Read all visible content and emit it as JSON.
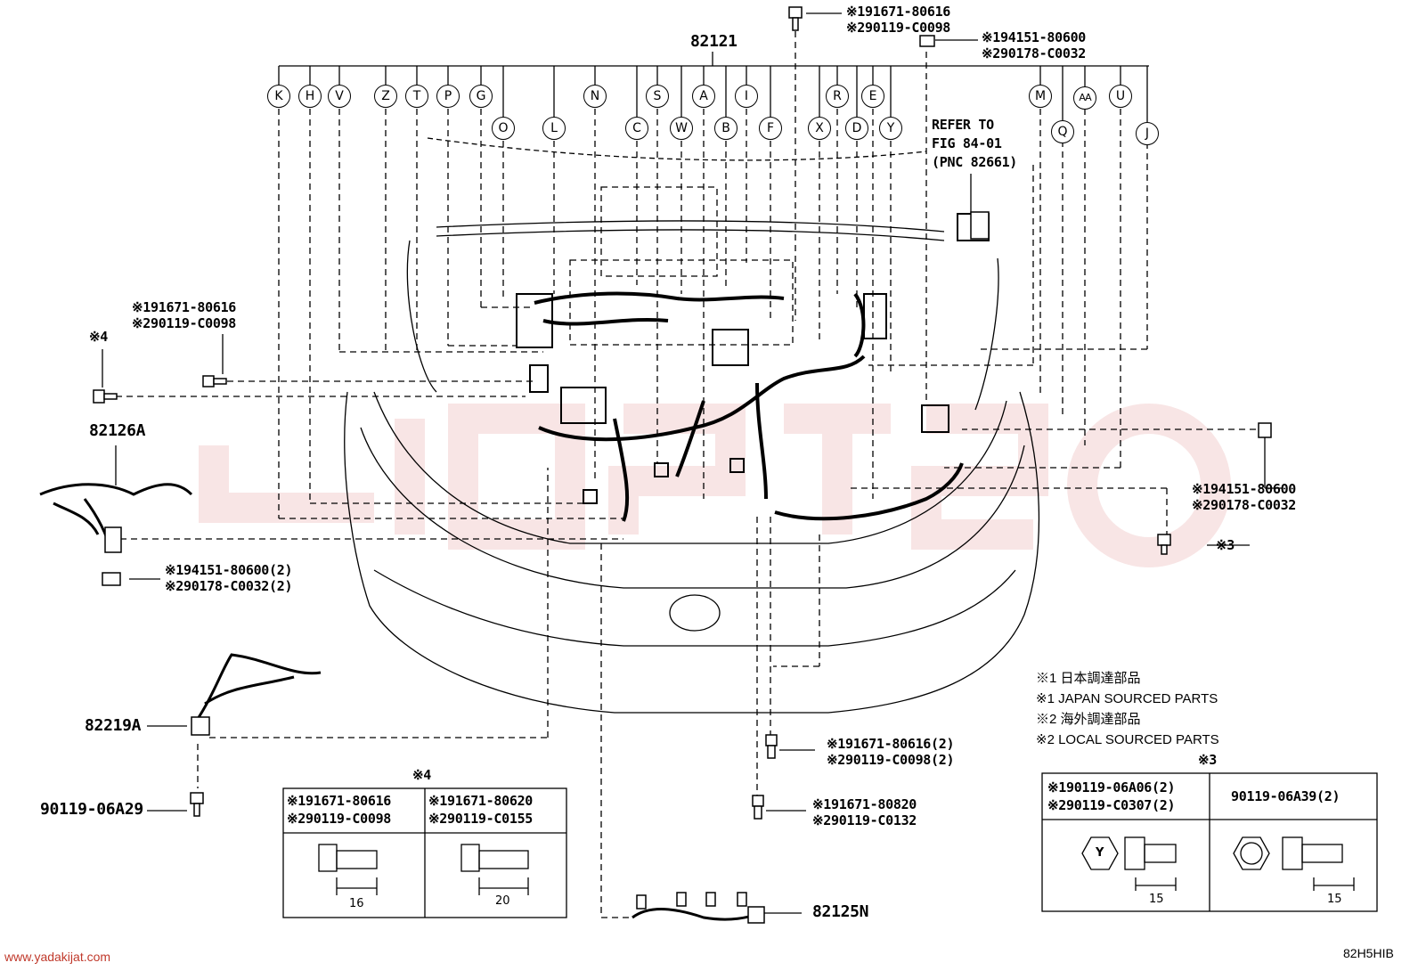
{
  "main_part": "82121",
  "callouts_top": [
    {
      "id": "K"
    },
    {
      "id": "H"
    },
    {
      "id": "V"
    },
    {
      "id": "Z"
    },
    {
      "id": "T"
    },
    {
      "id": "P"
    },
    {
      "id": "G"
    },
    {
      "id": "O"
    },
    {
      "id": "L"
    },
    {
      "id": "N"
    },
    {
      "id": "C"
    },
    {
      "id": "S"
    },
    {
      "id": "W"
    },
    {
      "id": "A"
    },
    {
      "id": "B"
    },
    {
      "id": "I"
    },
    {
      "id": "F"
    },
    {
      "id": "X"
    },
    {
      "id": "R"
    },
    {
      "id": "D"
    },
    {
      "id": "E"
    },
    {
      "id": "Y"
    },
    {
      "id": "M"
    },
    {
      "id": "Q"
    },
    {
      "id": "AA"
    },
    {
      "id": "U"
    },
    {
      "id": "J"
    }
  ],
  "labels": {
    "top_bolt_1": "※191671-80616",
    "top_bolt_2": "※290119-C0098",
    "top_nut_1": "※194151-80600",
    "top_nut_2": "※290178-C0032",
    "refer_1": "REFER TO",
    "refer_2": "FIG 84-01",
    "refer_3": "(PNC 82661)",
    "left_bolt_1": "※191671-80616",
    "left_bolt_2": "※290119-C0098",
    "note4_mark": "※4",
    "part_82126A": "82126A",
    "left_nut_1": "※194151-80600(2)",
    "left_nut_2": "※290178-C0032(2)",
    "part_82219A": "82219A",
    "part_90119_06A29": "90119-06A29",
    "right_nut_1": "※194151-80600",
    "right_nut_2": "※290178-C0032",
    "note3_mark": "※3",
    "center_bolt_1": "※191671-80616(2)",
    "center_bolt_2": "※290119-C0098(2)",
    "lower_bolt_1": "※191671-80820",
    "lower_bolt_2": "※290119-C0132",
    "part_82125N": "82125N",
    "drawing_code": "82H5HIB",
    "website": "www.yadakijat.com"
  },
  "legend": [
    "※1 日本調達部品",
    "※1 JAPAN SOURCED PARTS",
    "※2 海外調達部品",
    "※2 LOCAL SOURCED PARTS"
  ],
  "table4": {
    "title": "※4",
    "col1": {
      "line1": "※191671-80616",
      "line2": "※290119-C0098",
      "dim": "16"
    },
    "col2": {
      "line1": "※191671-80620",
      "line2": "※290119-C0155",
      "dim": "20"
    }
  },
  "table3": {
    "title": "※3",
    "col1": {
      "line1": "※190119-06A06(2)",
      "line2": "※290119-C0307(2)",
      "dim": "15",
      "mark": "Y"
    },
    "col2": {
      "line1": "90119-06A39(2)",
      "dim": "15"
    }
  },
  "colors": {
    "line": "#000000",
    "watermark": "#c82828",
    "link": "#c0392b"
  }
}
